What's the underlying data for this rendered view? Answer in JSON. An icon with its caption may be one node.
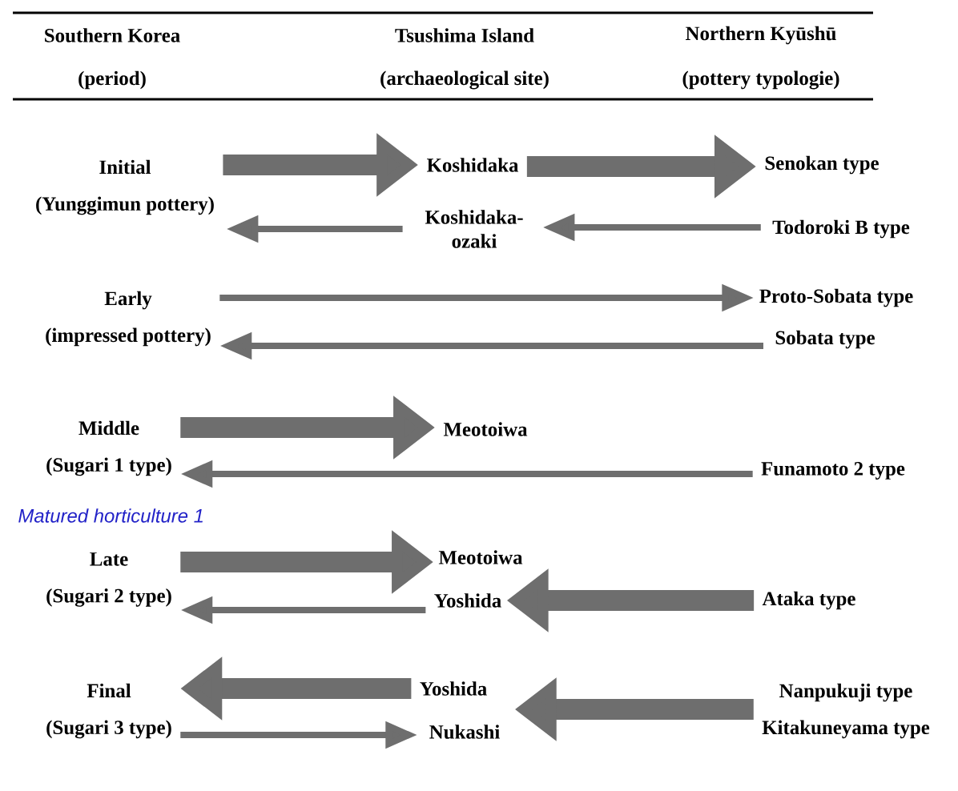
{
  "diagram": {
    "nodes": [
      {
        "text": [
          "Initial",
          "(Yunggimun pottery)"
        ]
      },
      {
        "text": [
          "Koshidaka"
        ]
      },
      {
        "text": [
          "Senokan type"
        ]
      },
      {
        "text": [
          "Koshidaka- ozaki"
        ]
      },
      {
        "text": [
          "Todoroki B type"
        ]
      },
      {
        "text": [
          "Early",
          "(impressed pottery)"
        ]
      },
      {
        "text": [
          "Proto-Sobata type"
        ]
      },
      {
        "text": [
          "Sobata type"
        ]
      },
      {
        "text": [
          "Middle",
          "(Sugari 1 type)"
        ]
      },
      {
        "text": [
          "Meotoiwa"
        ]
      },
      {
        "text": [
          "Funamoto 2 type"
        ]
      },
      {
        "text": [
          "Late",
          "(Sugari 2 type)"
        ]
      },
      {
        "text": [
          "Meotoiwa"
        ]
      },
      {
        "text": [
          "Yoshida"
        ]
      },
      {
        "text": [
          "Ataka type"
        ]
      },
      {
        "text": [
          "Final",
          "(Sugari 3 type)"
        ]
      },
      {
        "text": [
          "Yoshida"
        ]
      },
      {
        "text": [
          "Nukashi"
        ]
      },
      {
        "text": [
          "Nanpukuji type",
          "Kitakuneyama type"
        ]
      }
    ],
    "edges": [
      {
        "from": 0,
        "to": 1,
        "arrow": "to",
        "style": "thick"
      },
      {
        "from": 1,
        "to": 2,
        "arrow": "to",
        "style": "thick"
      },
      {
        "from": 4,
        "to": 3,
        "arrow": "to"
      },
      {
        "from": 3,
        "to": 0,
        "arrow": "to"
      },
      {
        "from": 5,
        "to": 6,
        "arrow": "to"
      },
      {
        "from": 7,
        "to": 5,
        "arrow": "to"
      },
      {
        "from": 8,
        "to": 9,
        "arrow": "to",
        "style": "thick"
      },
      {
        "from": 10,
        "to": 8,
        "arrow": "to"
      },
      {
        "from": 11,
        "to": 12,
        "arrow": "to",
        "style": "thick"
      },
      {
        "from": 13,
        "to": 11,
        "arrow": "to"
      },
      {
        "from": 14,
        "to": 13,
        "arrow": "to",
        "style": "thick"
      },
      {
        "from": 16,
        "to": 15,
        "arrow": "to",
        "style": "thick"
      },
      {
        "from": 15,
        "to": 17,
        "arrow": "to"
      },
      {
        "from": 18,
        "to": 17,
        "arrow": "to",
        "style": "thick"
      }
    ],
    "labels": [
      "Southern Korea",
      "(period)",
      "Tsushima Island",
      "(archaeological site)",
      "Northern Kyūshū",
      "(pottery typologie)",
      "Matured horticulture 1"
    ]
  }
}
